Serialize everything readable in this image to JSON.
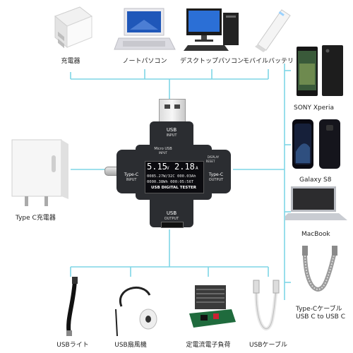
{
  "devices_top": [
    {
      "name": "charger",
      "label": "充電器"
    },
    {
      "name": "laptop",
      "label": "ノートパソコン"
    },
    {
      "name": "desktop",
      "label": "デスクトップパソコン"
    },
    {
      "name": "powerbank",
      "label": "モバイルバッテリ"
    }
  ],
  "devices_right": [
    {
      "name": "sony",
      "label": "SONY Xperia"
    },
    {
      "name": "galaxy",
      "label": "Galaxy S8"
    },
    {
      "name": "macbook",
      "label": "MacBook"
    },
    {
      "name": "cable-cc",
      "label": "Type-Cケーブル",
      "sub": "USB C to USB C"
    }
  ],
  "devices_bottom": [
    {
      "name": "usb-light",
      "label": "USBライト"
    },
    {
      "name": "usb-fan",
      "label": "USB扇風機"
    },
    {
      "name": "load",
      "label": "定電流電子負荷"
    },
    {
      "name": "usb-cable",
      "label": "USBケーブル"
    }
  ],
  "device_left": {
    "name": "typec-charger",
    "label": "Type C充電器"
  },
  "tester": {
    "port_top": "USB",
    "port_top_sub": "INPUT",
    "micro": "Micro USB",
    "micro_sub": "INPUT",
    "port_left": "Type-C",
    "port_left_sub": "INPUT",
    "port_right": "Type-C",
    "port_right_sub": "OUTPUT",
    "display_btn": "DISPLAY",
    "reset_btn": "RESET",
    "voltage": "5.15",
    "voltage_unit": "V",
    "current": "2.18",
    "current_unit": "A",
    "line2": "0085.27W/32C 000.03Ah",
    "line3": "0000.38Wh 000:05:56T",
    "name": "USB DIGITAL TESTER",
    "port_bottom": "USB",
    "port_bottom_sub": "OUTPUT"
  },
  "colors": {
    "connector": "#7fd6e6",
    "body": "#2b2d31",
    "screen": "#0b0b0f"
  }
}
